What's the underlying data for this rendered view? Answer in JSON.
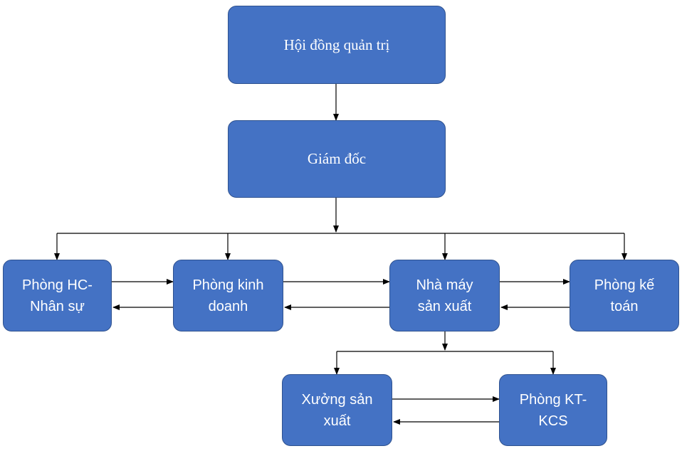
{
  "nodes": {
    "board": "Hội đồng quản trị",
    "director": "Giám đốc",
    "hr": "Phòng HC-\nNhân sự",
    "business": "Phòng kinh\ndoanh",
    "factory": "Nhà máy\nsản xuất",
    "accounting": "Phòng kế\ntoán",
    "workshop": "Xưởng sản\nxuất",
    "qc": "Phòng KT-\nKCS"
  },
  "colors": {
    "node_fill": "#4472C4",
    "node_border": "#2F528F",
    "text": "#ffffff",
    "connector": "#000000"
  }
}
